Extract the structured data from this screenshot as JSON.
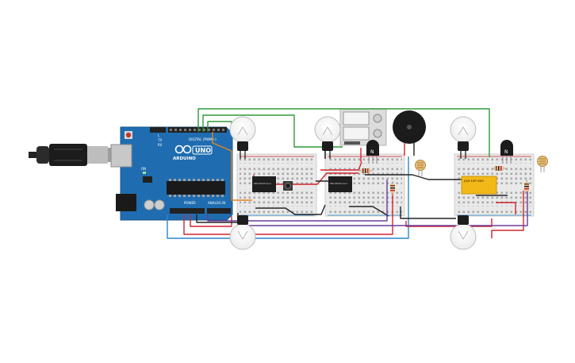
{
  "arduino": {
    "brand": "ARDUINO",
    "model": "UNO",
    "digital_label": "DIGITAL (PWM~)",
    "power_label": "POWER",
    "analog_label": "ANALOG IN",
    "tx_label": "TX",
    "rx_label": "RX",
    "l_label": "L",
    "on_label": "ON"
  },
  "relays": [
    {
      "part": "SRD-05VDC-SL-C"
    },
    {
      "part": "SRD-05VDC-SL-C"
    },
    {
      "part": "JQX-15F-005"
    }
  ],
  "transistors": [
    {
      "label": "N"
    },
    {
      "label": "N"
    }
  ],
  "colors": {
    "arduino_blue": "#1f6db0",
    "wire_green": "#2e9a3a",
    "wire_red": "#d0252d",
    "wire_black": "#222222",
    "wire_blue": "#2a86cc",
    "wire_purple": "#6a3b99",
    "wire_orange": "#e6861c",
    "breadboard": "#e9e9e9",
    "relay_yellow": "#f2b817"
  }
}
